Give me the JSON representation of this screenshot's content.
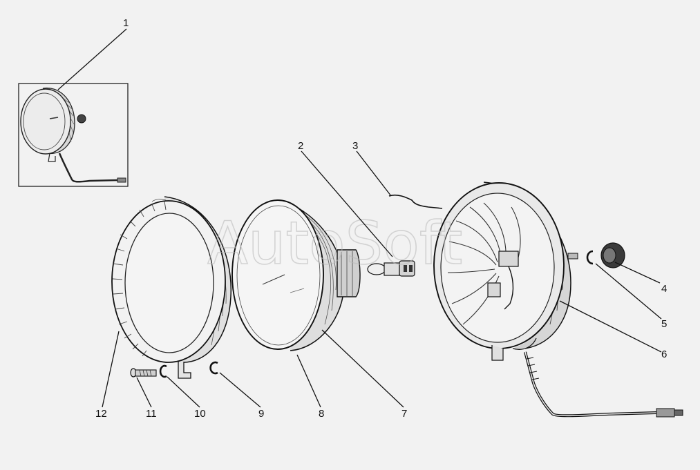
{
  "watermark": "AutoSoft",
  "callouts": [
    {
      "id": "1",
      "label": "1"
    },
    {
      "id": "2",
      "label": "2"
    },
    {
      "id": "3",
      "label": "3"
    },
    {
      "id": "4",
      "label": "4"
    },
    {
      "id": "5",
      "label": "5"
    },
    {
      "id": "6",
      "label": "6"
    },
    {
      "id": "7",
      "label": "7"
    },
    {
      "id": "8",
      "label": "8"
    },
    {
      "id": "9",
      "label": "9"
    },
    {
      "id": "10",
      "label": "10"
    },
    {
      "id": "11",
      "label": "11"
    },
    {
      "id": "12",
      "label": "12"
    }
  ],
  "parts": [
    "headlamp-assembly-inset",
    "bulb",
    "spring-clip",
    "nut",
    "washer",
    "housing-with-cable",
    "reflector",
    "lens",
    "washer-small",
    "washer-screw",
    "screw",
    "rim"
  ]
}
